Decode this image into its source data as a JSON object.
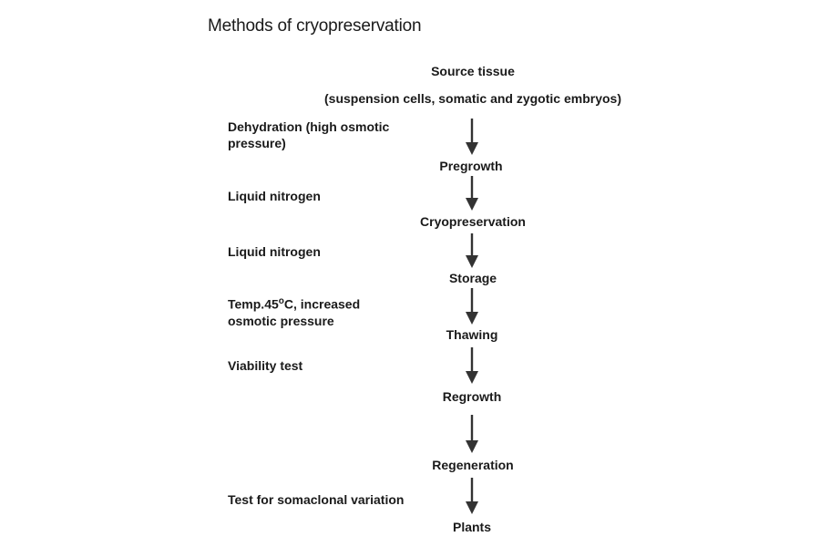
{
  "title": "Methods of cryopreservation",
  "flow": {
    "source_title": "Source tissue",
    "source_detail": "(suspension cells, somatic and zygotic embryos)",
    "steps": [
      "Pregrowth",
      "Cryopreservation",
      "Storage",
      "Thawing",
      "Regrowth",
      "Regeneration",
      "Plants"
    ]
  },
  "conditions": {
    "dehydration_line1": "Dehydration (high osmotic",
    "dehydration_line2": "pressure)",
    "liquid_nitrogen_1": "Liquid nitrogen",
    "liquid_nitrogen_2": "Liquid nitrogen",
    "temp_prefix": "Temp.45",
    "temp_degree": "o",
    "temp_suffix": "C, increased",
    "temp_line2": "osmotic pressure",
    "viability": "Viability test",
    "somaclonal": "Test for somaclonal variation"
  },
  "colors": {
    "text": "#1a1a1a",
    "arrow": "#333333"
  }
}
